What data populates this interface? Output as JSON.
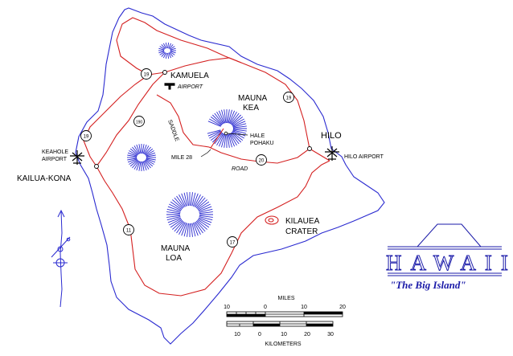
{
  "colors": {
    "coast": "#2a2ad0",
    "roads": "#d42020",
    "peaks": "#2a2ad0",
    "ink": "#000000"
  },
  "labels": {
    "kamuela": "KAMUELA",
    "airport": "AIRPORT",
    "mauna_kea_1": "MAUNA",
    "mauna_kea_2": "KEA",
    "hale_pohaku_1": "HALE",
    "hale_pohaku_2": "POHAKU",
    "saddle": "SADDLE",
    "road": "ROAD",
    "mile_28": "MILE 28",
    "hilo": "HILO",
    "hilo_airport": "HILO AIRPORT",
    "keahole_1": "KEAHOLE",
    "keahole_2": "AIRPORT",
    "kailua_kona": "KAILUA-KONA",
    "mauna_loa_1": "MAUNA",
    "mauna_loa_2": "LOA",
    "kilauea_1": "KILAUEA",
    "kilauea_2": "CRATER"
  },
  "highways": {
    "h19_north": "19",
    "h19_west": "19",
    "h19_east": "19",
    "h190": "190",
    "h20": "20",
    "h11": "11",
    "h17": "17"
  },
  "title": {
    "main": "HAWAII",
    "sub": "\"The Big Island\""
  },
  "scale": {
    "miles_label": "MILES",
    "km_label": "KILOMETERS",
    "miles_ticks": [
      "10",
      "0",
      "10",
      "20"
    ],
    "km_ticks": [
      "10",
      "0",
      "10",
      "20",
      "30"
    ]
  }
}
